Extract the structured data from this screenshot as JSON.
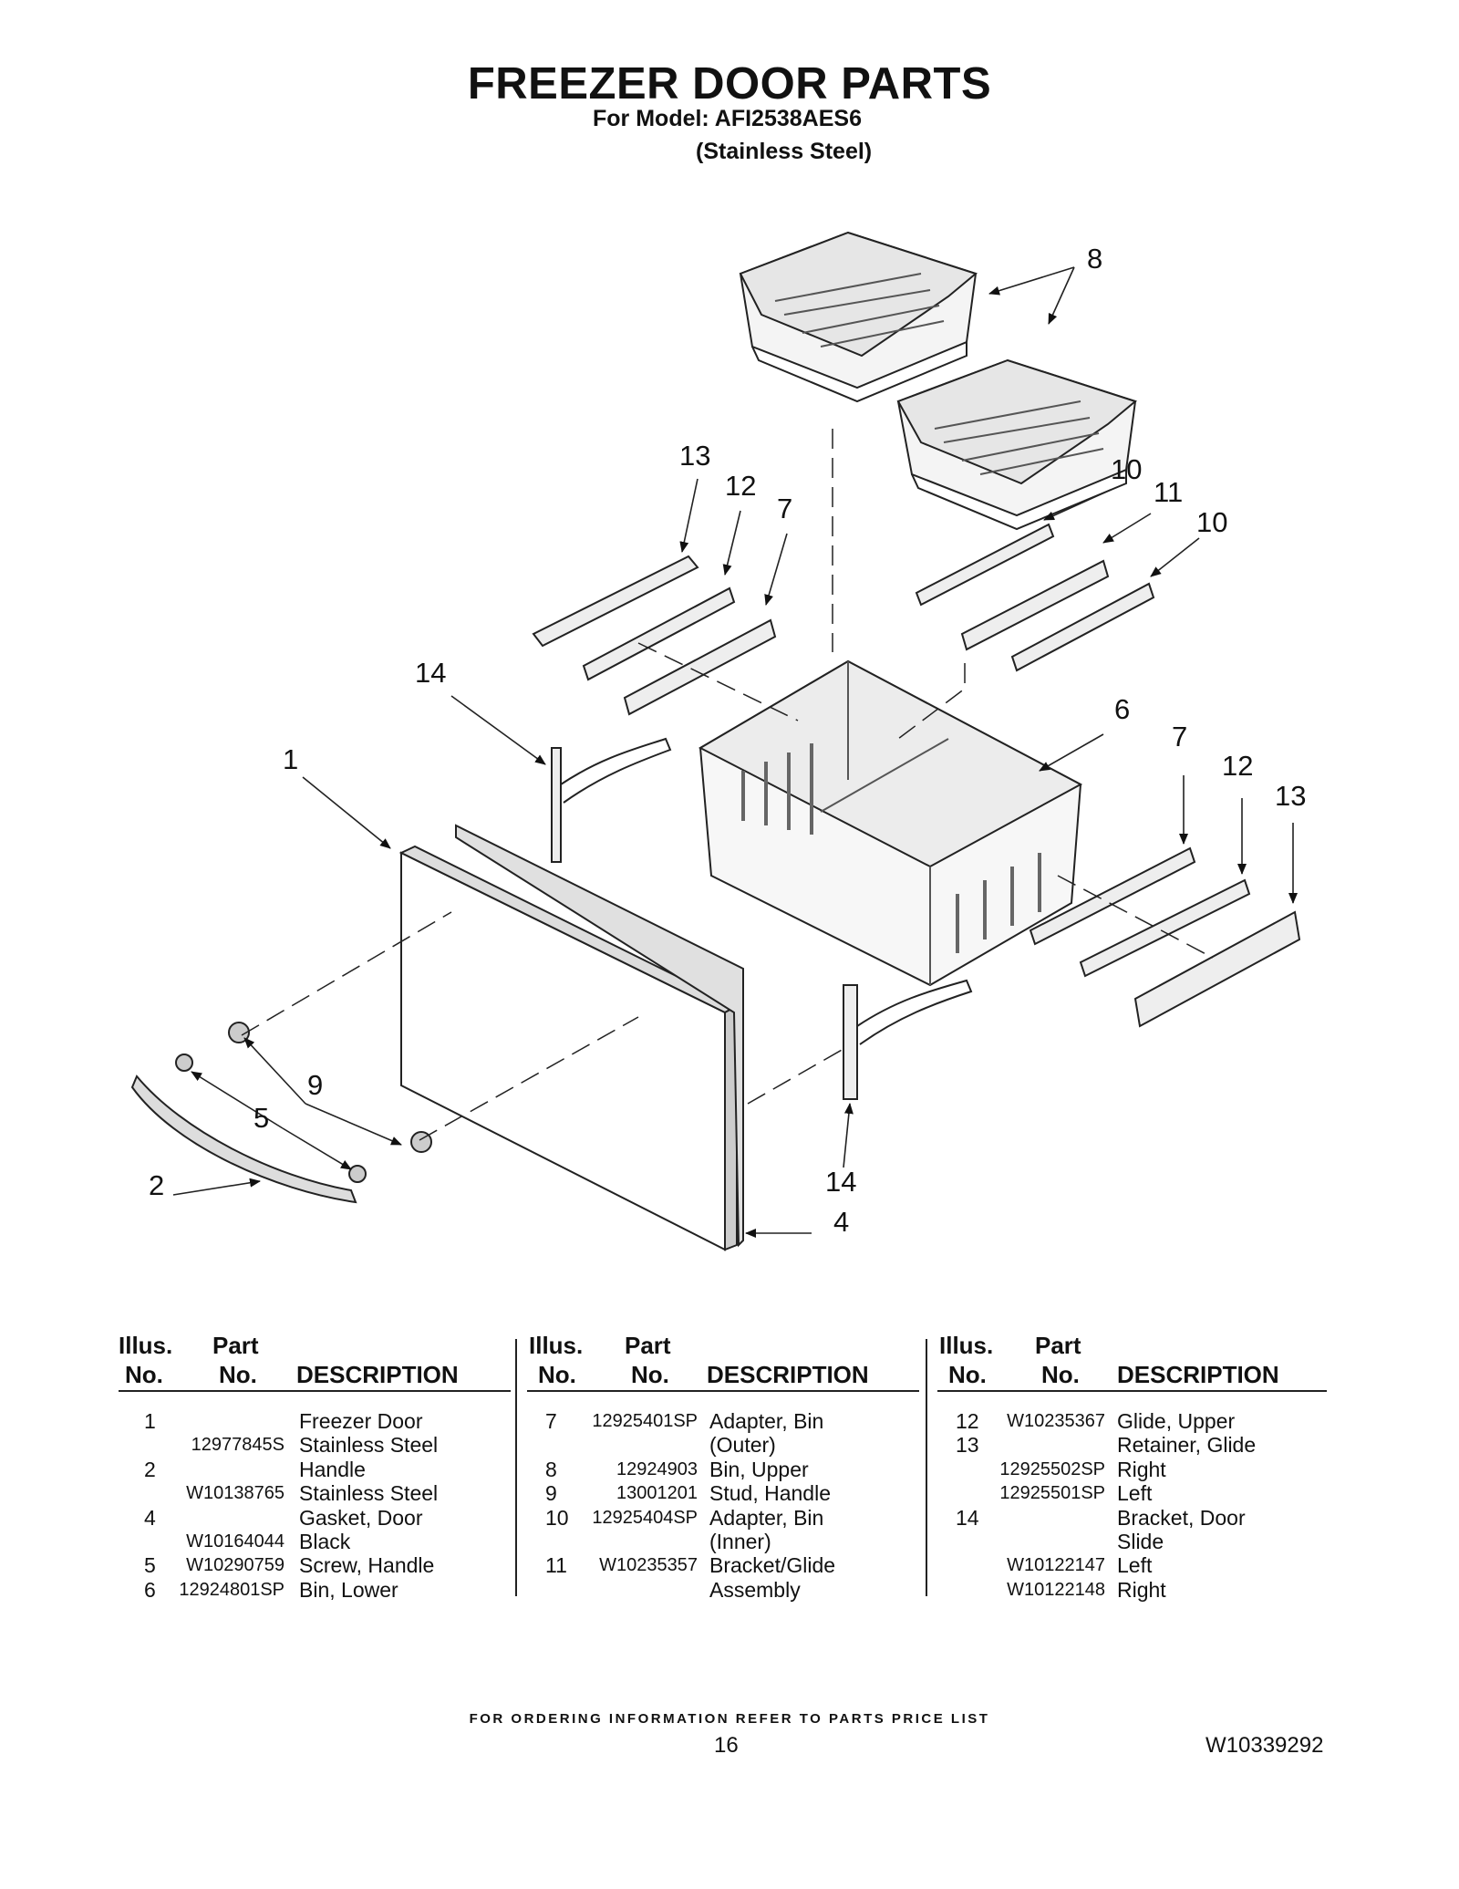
{
  "header": {
    "title": "FREEZER DOOR PARTS",
    "model": "For Model: AFI2538AES6",
    "finish": "(Stainless Steel)"
  },
  "callouts": {
    "c1": "1",
    "c2": "2",
    "c4": "4",
    "c5": "5",
    "c6": "6",
    "c7a": "7",
    "c7b": "7",
    "c8": "8",
    "c9": "9",
    "c10a": "10",
    "c10b": "10",
    "c11": "11",
    "c12a": "12",
    "c12b": "12",
    "c13a": "13",
    "c13b": "13",
    "c14a": "14",
    "c14b": "14"
  },
  "table": {
    "headers": {
      "illus": "Illus.",
      "no": "No.",
      "part": "Part",
      "part_no": "No.",
      "description": "DESCRIPTION"
    },
    "col1": [
      {
        "illus": "1",
        "part": "",
        "desc": "Freezer Door"
      },
      {
        "illus": "",
        "part": "12977845S",
        "desc": "Stainless Steel"
      },
      {
        "illus": "2",
        "part": "",
        "desc": "Handle"
      },
      {
        "illus": "",
        "part": "W10138765",
        "desc": "Stainless Steel"
      },
      {
        "illus": "4",
        "part": "",
        "desc": "Gasket, Door"
      },
      {
        "illus": "",
        "part": "W10164044",
        "desc": "Black"
      },
      {
        "illus": "5",
        "part": "W10290759",
        "desc": "Screw, Handle"
      },
      {
        "illus": "6",
        "part": "12924801SP",
        "desc": "Bin, Lower"
      }
    ],
    "col2": [
      {
        "illus": "7",
        "part": "12925401SP",
        "desc": "Adapter, Bin"
      },
      {
        "illus": "",
        "part": "",
        "desc": "(Outer)"
      },
      {
        "illus": "8",
        "part": "12924903",
        "desc": "Bin, Upper"
      },
      {
        "illus": "9",
        "part": "13001201",
        "desc": "Stud, Handle"
      },
      {
        "illus": "10",
        "part": "12925404SP",
        "desc": "Adapter, Bin"
      },
      {
        "illus": "",
        "part": "",
        "desc": "(Inner)"
      },
      {
        "illus": "11",
        "part": "W10235357",
        "desc": "Bracket/Glide"
      },
      {
        "illus": "",
        "part": "",
        "desc": "Assembly"
      }
    ],
    "col3": [
      {
        "illus": "12",
        "part": "W10235367",
        "desc": "Glide, Upper"
      },
      {
        "illus": "13",
        "part": "",
        "desc": "Retainer, Glide"
      },
      {
        "illus": "",
        "part": "12925502SP",
        "desc": "Right"
      },
      {
        "illus": "",
        "part": "12925501SP",
        "desc": "Left"
      },
      {
        "illus": "14",
        "part": "",
        "desc": "Bracket, Door"
      },
      {
        "illus": "",
        "part": "",
        "desc": "Slide"
      },
      {
        "illus": "",
        "part": "W10122147",
        "desc": "Left"
      },
      {
        "illus": "",
        "part": "W10122148",
        "desc": "Right"
      }
    ]
  },
  "footer": {
    "notice": "FOR ORDERING INFORMATION REFER TO PARTS PRICE LIST",
    "page_number": "16",
    "document_number": "W10339292"
  }
}
